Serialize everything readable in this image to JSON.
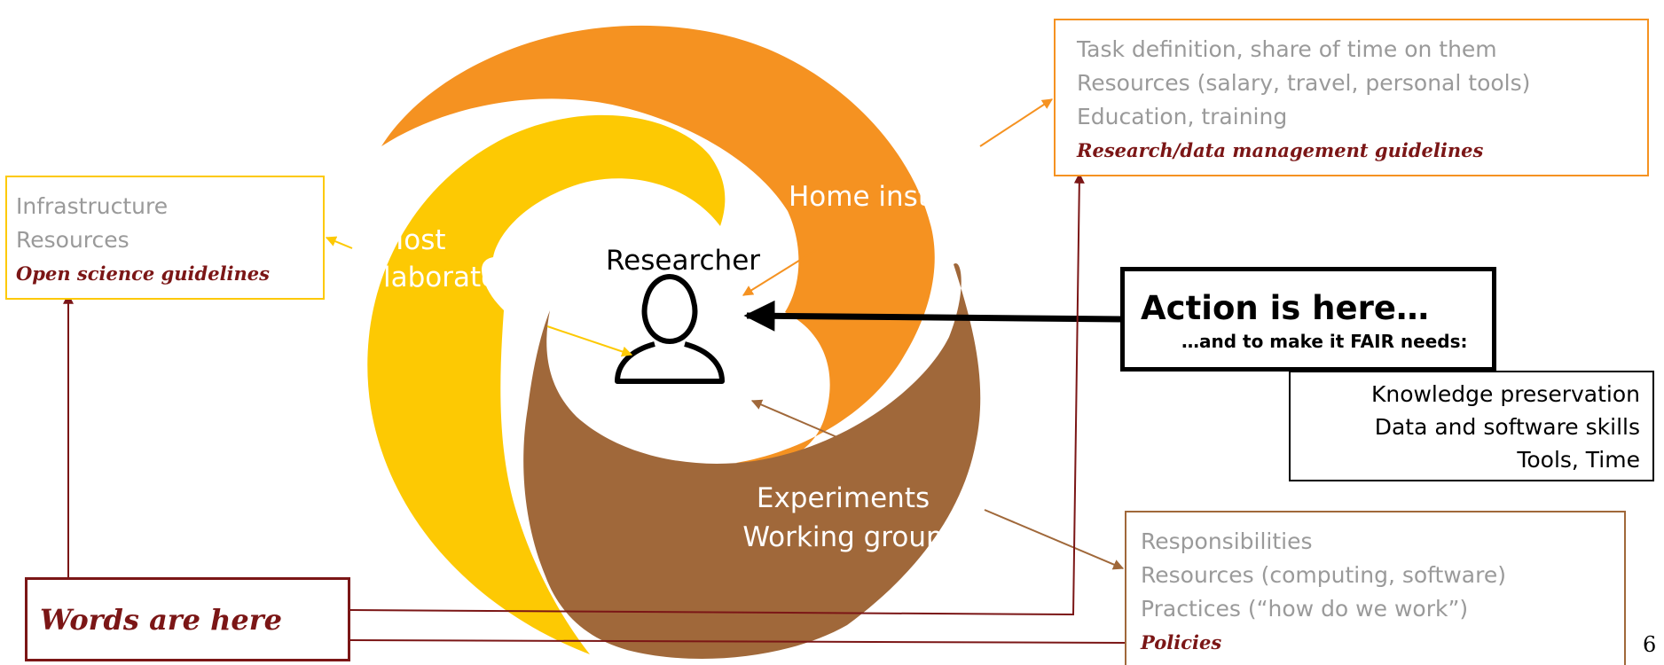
{
  "slide_number": "6",
  "center": {
    "label": "Researcher",
    "icon": "person-icon"
  },
  "segments": {
    "host": {
      "label_line1": "Host",
      "label_line2": "laboratory"
    },
    "home": {
      "label": "Home institute"
    },
    "experiments": {
      "label_line1": "Experiments",
      "label_line2": "Working group"
    }
  },
  "home_box": {
    "lines": [
      "Task definition, share of time on them",
      "Resources (salary, travel, personal tools)",
      "Education, training"
    ],
    "guideline": "Research/data management guidelines"
  },
  "host_box": {
    "lines": [
      "Infrastructure",
      "Resources"
    ],
    "guideline": "Open science guidelines"
  },
  "experiments_box": {
    "lines": [
      "Responsibilities",
      "Resources (computing, software)",
      "Practices (“how do we work”)"
    ],
    "guideline": "Policies"
  },
  "action_box": {
    "title": "Action is here…",
    "subtitle": "…and to make it FAIR needs:"
  },
  "needs_box": {
    "lines": [
      "Knowledge preservation",
      "Data and software skills",
      "Tools, Time"
    ]
  },
  "words_box": {
    "label": "Words are here"
  },
  "colors": {
    "host": "#fdc903",
    "home": "#f59221",
    "experiments": "#a0683a",
    "guideline_red": "#7b1616",
    "gray_text": "#9a9a9a"
  }
}
